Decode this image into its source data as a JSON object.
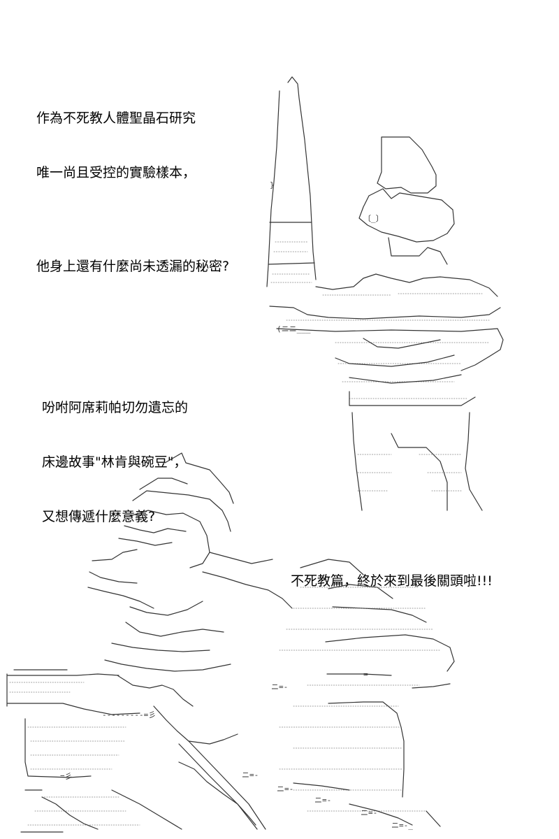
{
  "captions": {
    "intro": {
      "line1": "作為不死教人體聖晶石研究",
      "line2": "唯一尚且受控的實驗樣本，"
    },
    "question": {
      "line1": "他身上還有什麼尚未透漏的秘密?"
    },
    "story": {
      "line1": "吩咐阿席莉帕切勿遺忘的",
      "line2": "床邊故事\"林肯與碗豆\"，",
      "line3": "又想傳遞什麼意義?"
    },
    "finale": {
      "line1": "不死教篇，終於來到最後關頭啦!!!"
    }
  },
  "art": {
    "upper_figure": "standing-man-with-pillar-ascii-art",
    "lower_figure": "hooded-woman-with-cloak-ascii-art",
    "ink_color": "#333333"
  }
}
